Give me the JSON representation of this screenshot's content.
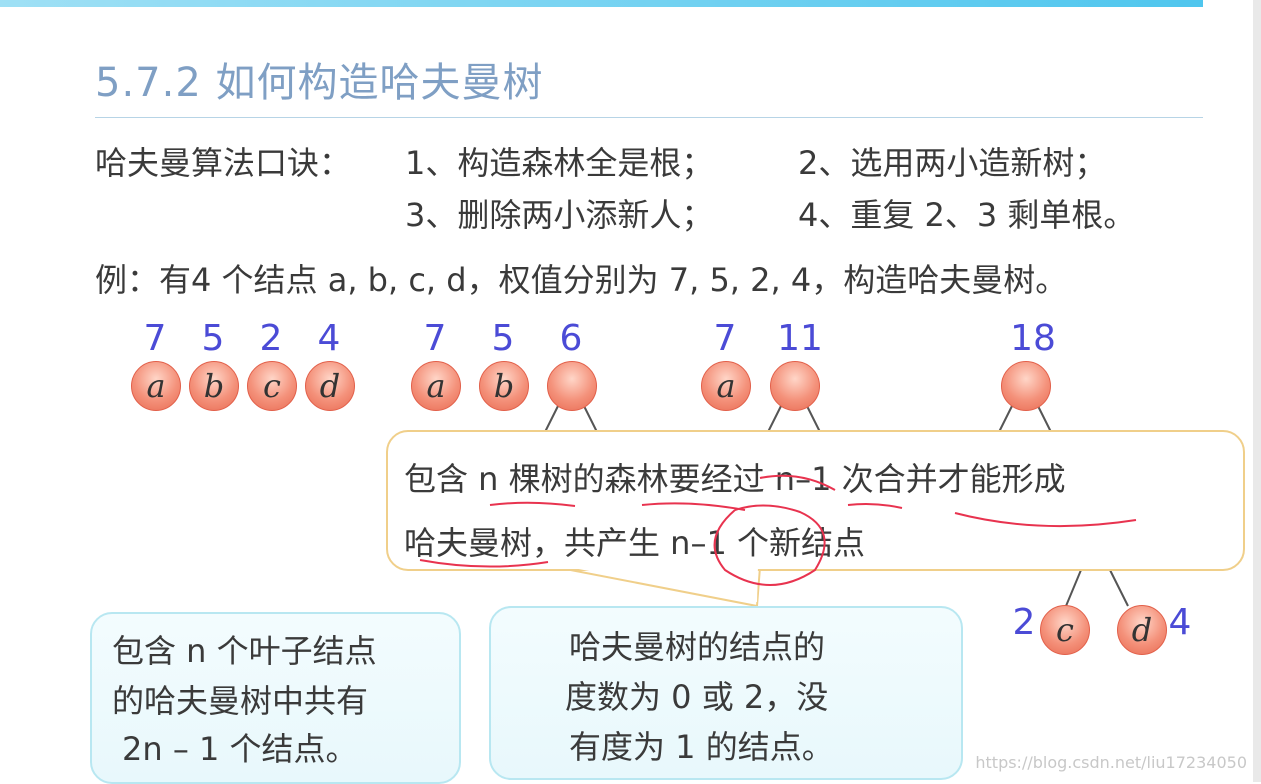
{
  "title": "5.7.2 如何构造哈夫曼树",
  "mnemonic": {
    "label": "哈夫曼算法口诀：",
    "item1": "1、构造森林全是根；",
    "item2": "2、选用两小造新树；",
    "item3": "3、删除两小添新人；",
    "item4": "4、重复 2、3 剩单根。"
  },
  "example": "例：有4 个结点 a, b, c, d，权值分别为 7, 5, 2, 4，构造哈夫曼树。",
  "stage1": {
    "weights": [
      "7",
      "5",
      "2",
      "4"
    ],
    "nodes": [
      "a",
      "b",
      "c",
      "d"
    ]
  },
  "stage2": {
    "weights": [
      "7",
      "5",
      "6"
    ],
    "nodes": [
      "a",
      "b"
    ]
  },
  "stage3": {
    "weights": [
      "7",
      "11"
    ],
    "nodes": [
      "a"
    ]
  },
  "stage4": {
    "weight": "18",
    "leaf_c_weight": "2",
    "leaf_c": "c",
    "leaf_d": "d",
    "leaf_d_weight": "4"
  },
  "callout": {
    "line1": "包含 n 棵树的森林要经过 n–1 次合并才能形成",
    "line2": "哈夫曼树，共产生 n–1 个新结点"
  },
  "box_left": {
    "line1": "包含 n 个叶子结点",
    "line2": "的哈夫曼树中共有",
    "line3": "2n – 1 个结点。"
  },
  "box_right": {
    "line1": "哈夫曼树的结点的",
    "line2": "度数为 0 或 2，没",
    "line3": "有度为 1 的结点。"
  },
  "watermark": "https://blog.csdn.net/liu17234050"
}
